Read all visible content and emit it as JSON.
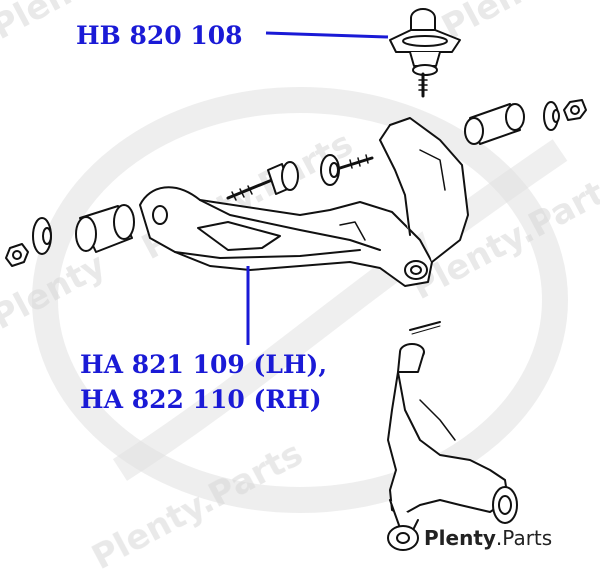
{
  "callouts": {
    "upper_ball_joint": "HB 820 108",
    "lower_arm_left": "HA 821 109 (LH),",
    "lower_arm_right": "HA 822 110 (RH)"
  },
  "watermark": {
    "brand": "Plenty",
    "suffix": ".Parts"
  },
  "colors": {
    "callout_text": "#1a1ad6",
    "leader_line": "#1a1ad6",
    "drawing_line": "#111111",
    "watermark": "#d6d6d6",
    "brand_text": "#222222"
  }
}
